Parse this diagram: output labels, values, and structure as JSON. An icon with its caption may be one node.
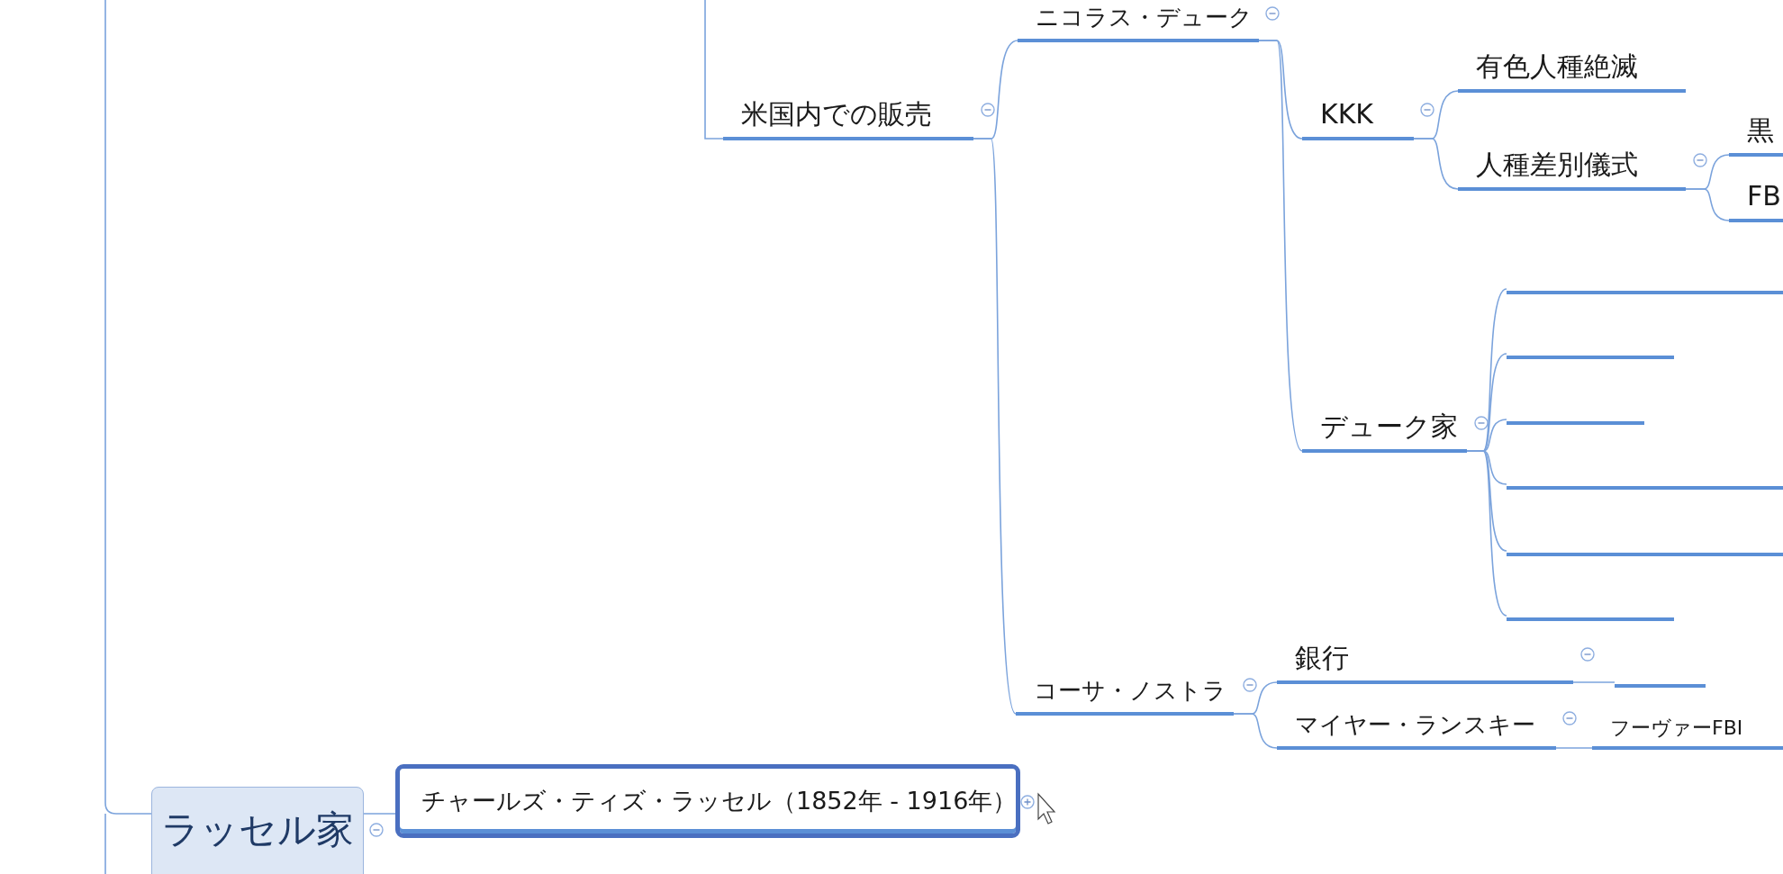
{
  "diagram": {
    "nodes": [
      {
        "text": [
          "米国内での販売"
        ]
      },
      {
        "text": [
          "ニコラス・デューク"
        ]
      },
      {
        "text": [
          "KKK"
        ]
      },
      {
        "text": [
          "有色人種絶滅"
        ]
      },
      {
        "text": [
          "人種差別儀式"
        ]
      },
      {
        "text": [
          "黒"
        ]
      },
      {
        "text": [
          "FB"
        ]
      },
      {
        "text": [
          "デューク家"
        ]
      },
      {
        "text": [],
        "shape": "bar"
      },
      {
        "text": [],
        "shape": "bar"
      },
      {
        "text": [],
        "shape": "bar"
      },
      {
        "text": [],
        "shape": "bar"
      },
      {
        "text": [],
        "shape": "bar"
      },
      {
        "text": [],
        "shape": "bar"
      },
      {
        "text": [
          "コーサ・ノストラ"
        ]
      },
      {
        "text": [
          "銀行"
        ]
      },
      {
        "text": [],
        "shape": "bar"
      },
      {
        "text": [
          "マイヤー・ランスキー"
        ]
      },
      {
        "text": [
          "フーヴァーFBI"
        ]
      },
      {
        "text": [
          "ラッセル家"
        ]
      },
      {
        "text": [
          "チャールズ・ティズ・ラッセル（1852年 - 1916年）"
        ]
      }
    ],
    "edges": [
      {
        "from": null,
        "to": 0,
        "arrow": "none"
      },
      {
        "from": 0,
        "to": 1,
        "arrow": "none"
      },
      {
        "from": 1,
        "to": 2,
        "arrow": "none"
      },
      {
        "from": 2,
        "to": 3,
        "arrow": "none"
      },
      {
        "from": 2,
        "to": 4,
        "arrow": "none"
      },
      {
        "from": 4,
        "to": 5,
        "arrow": "none"
      },
      {
        "from": 4,
        "to": 6,
        "arrow": "none"
      },
      {
        "from": 1,
        "to": 7,
        "arrow": "none"
      },
      {
        "from": 7,
        "to": 8,
        "arrow": "none"
      },
      {
        "from": 7,
        "to": 9,
        "arrow": "none"
      },
      {
        "from": 7,
        "to": 10,
        "arrow": "none"
      },
      {
        "from": 7,
        "to": 11,
        "arrow": "none"
      },
      {
        "from": 7,
        "to": 12,
        "arrow": "none"
      },
      {
        "from": 7,
        "to": 13,
        "arrow": "none"
      },
      {
        "from": 0,
        "to": 14,
        "arrow": "none"
      },
      {
        "from": 14,
        "to": 15,
        "arrow": "none"
      },
      {
        "from": 15,
        "to": 16,
        "arrow": "none"
      },
      {
        "from": 14,
        "to": 17,
        "arrow": "none"
      },
      {
        "from": 17,
        "to": 18,
        "arrow": "none"
      },
      {
        "from": null,
        "to": 19,
        "arrow": "none"
      },
      {
        "from": 19,
        "to": 20,
        "arrow": "none"
      }
    ]
  }
}
